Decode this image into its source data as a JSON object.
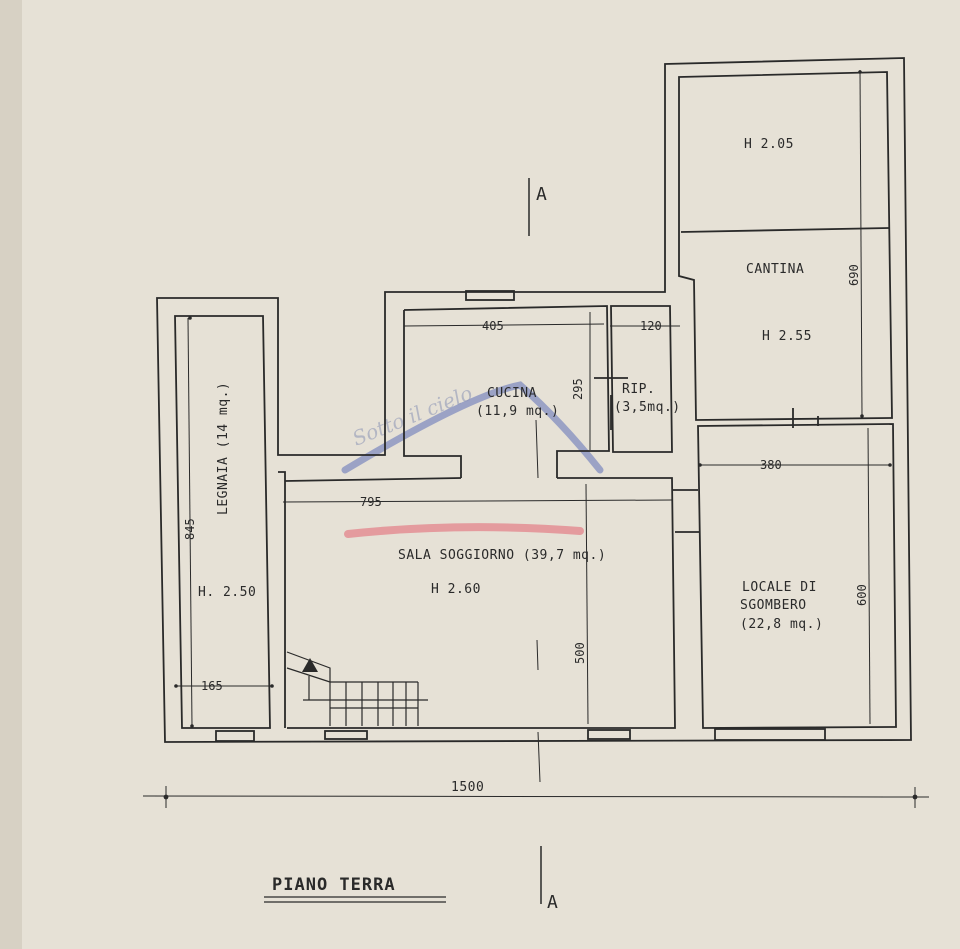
{
  "title": "PIANO TERRA",
  "section_marker": "A",
  "watermark": "Sotto il cielo",
  "rooms": {
    "legnaia_name": "LEGNAIA (14 mq.)",
    "legnaia_height": "H. 2.50",
    "cucina_name": "CUCINA",
    "cucina_area": "(11,9 mq.)",
    "rip_name": "RIP.",
    "rip_area": "(3,5mq.)",
    "soggiorno_name": "SALA SOGGIORNO (39,7 mq.)",
    "soggiorno_height": "H 2.60",
    "cantina_top_height": "H 2.05",
    "cantina_name": "CANTINA",
    "cantina_height": "H 2.55",
    "sgombero_line1": "LOCALE DI",
    "sgombero_line2": "SGOMBERO",
    "sgombero_area": "(22,8 mq.)"
  },
  "dimensions": {
    "legnaia_height": "845",
    "legnaia_width": "165",
    "cucina_width": "405",
    "cucina_depth": "295",
    "rip_width": "120",
    "soggiorno_width": "795",
    "soggiorno_depth": "500",
    "cantina_depth": "690",
    "sgombero_width": "380",
    "sgombero_depth": "600",
    "total_width": "1500"
  },
  "colors": {
    "ink": "#2a2a2a",
    "paper": "#e6e1d6",
    "watermark_blue": "#5c6fb8",
    "watermark_red": "#e26d78"
  }
}
